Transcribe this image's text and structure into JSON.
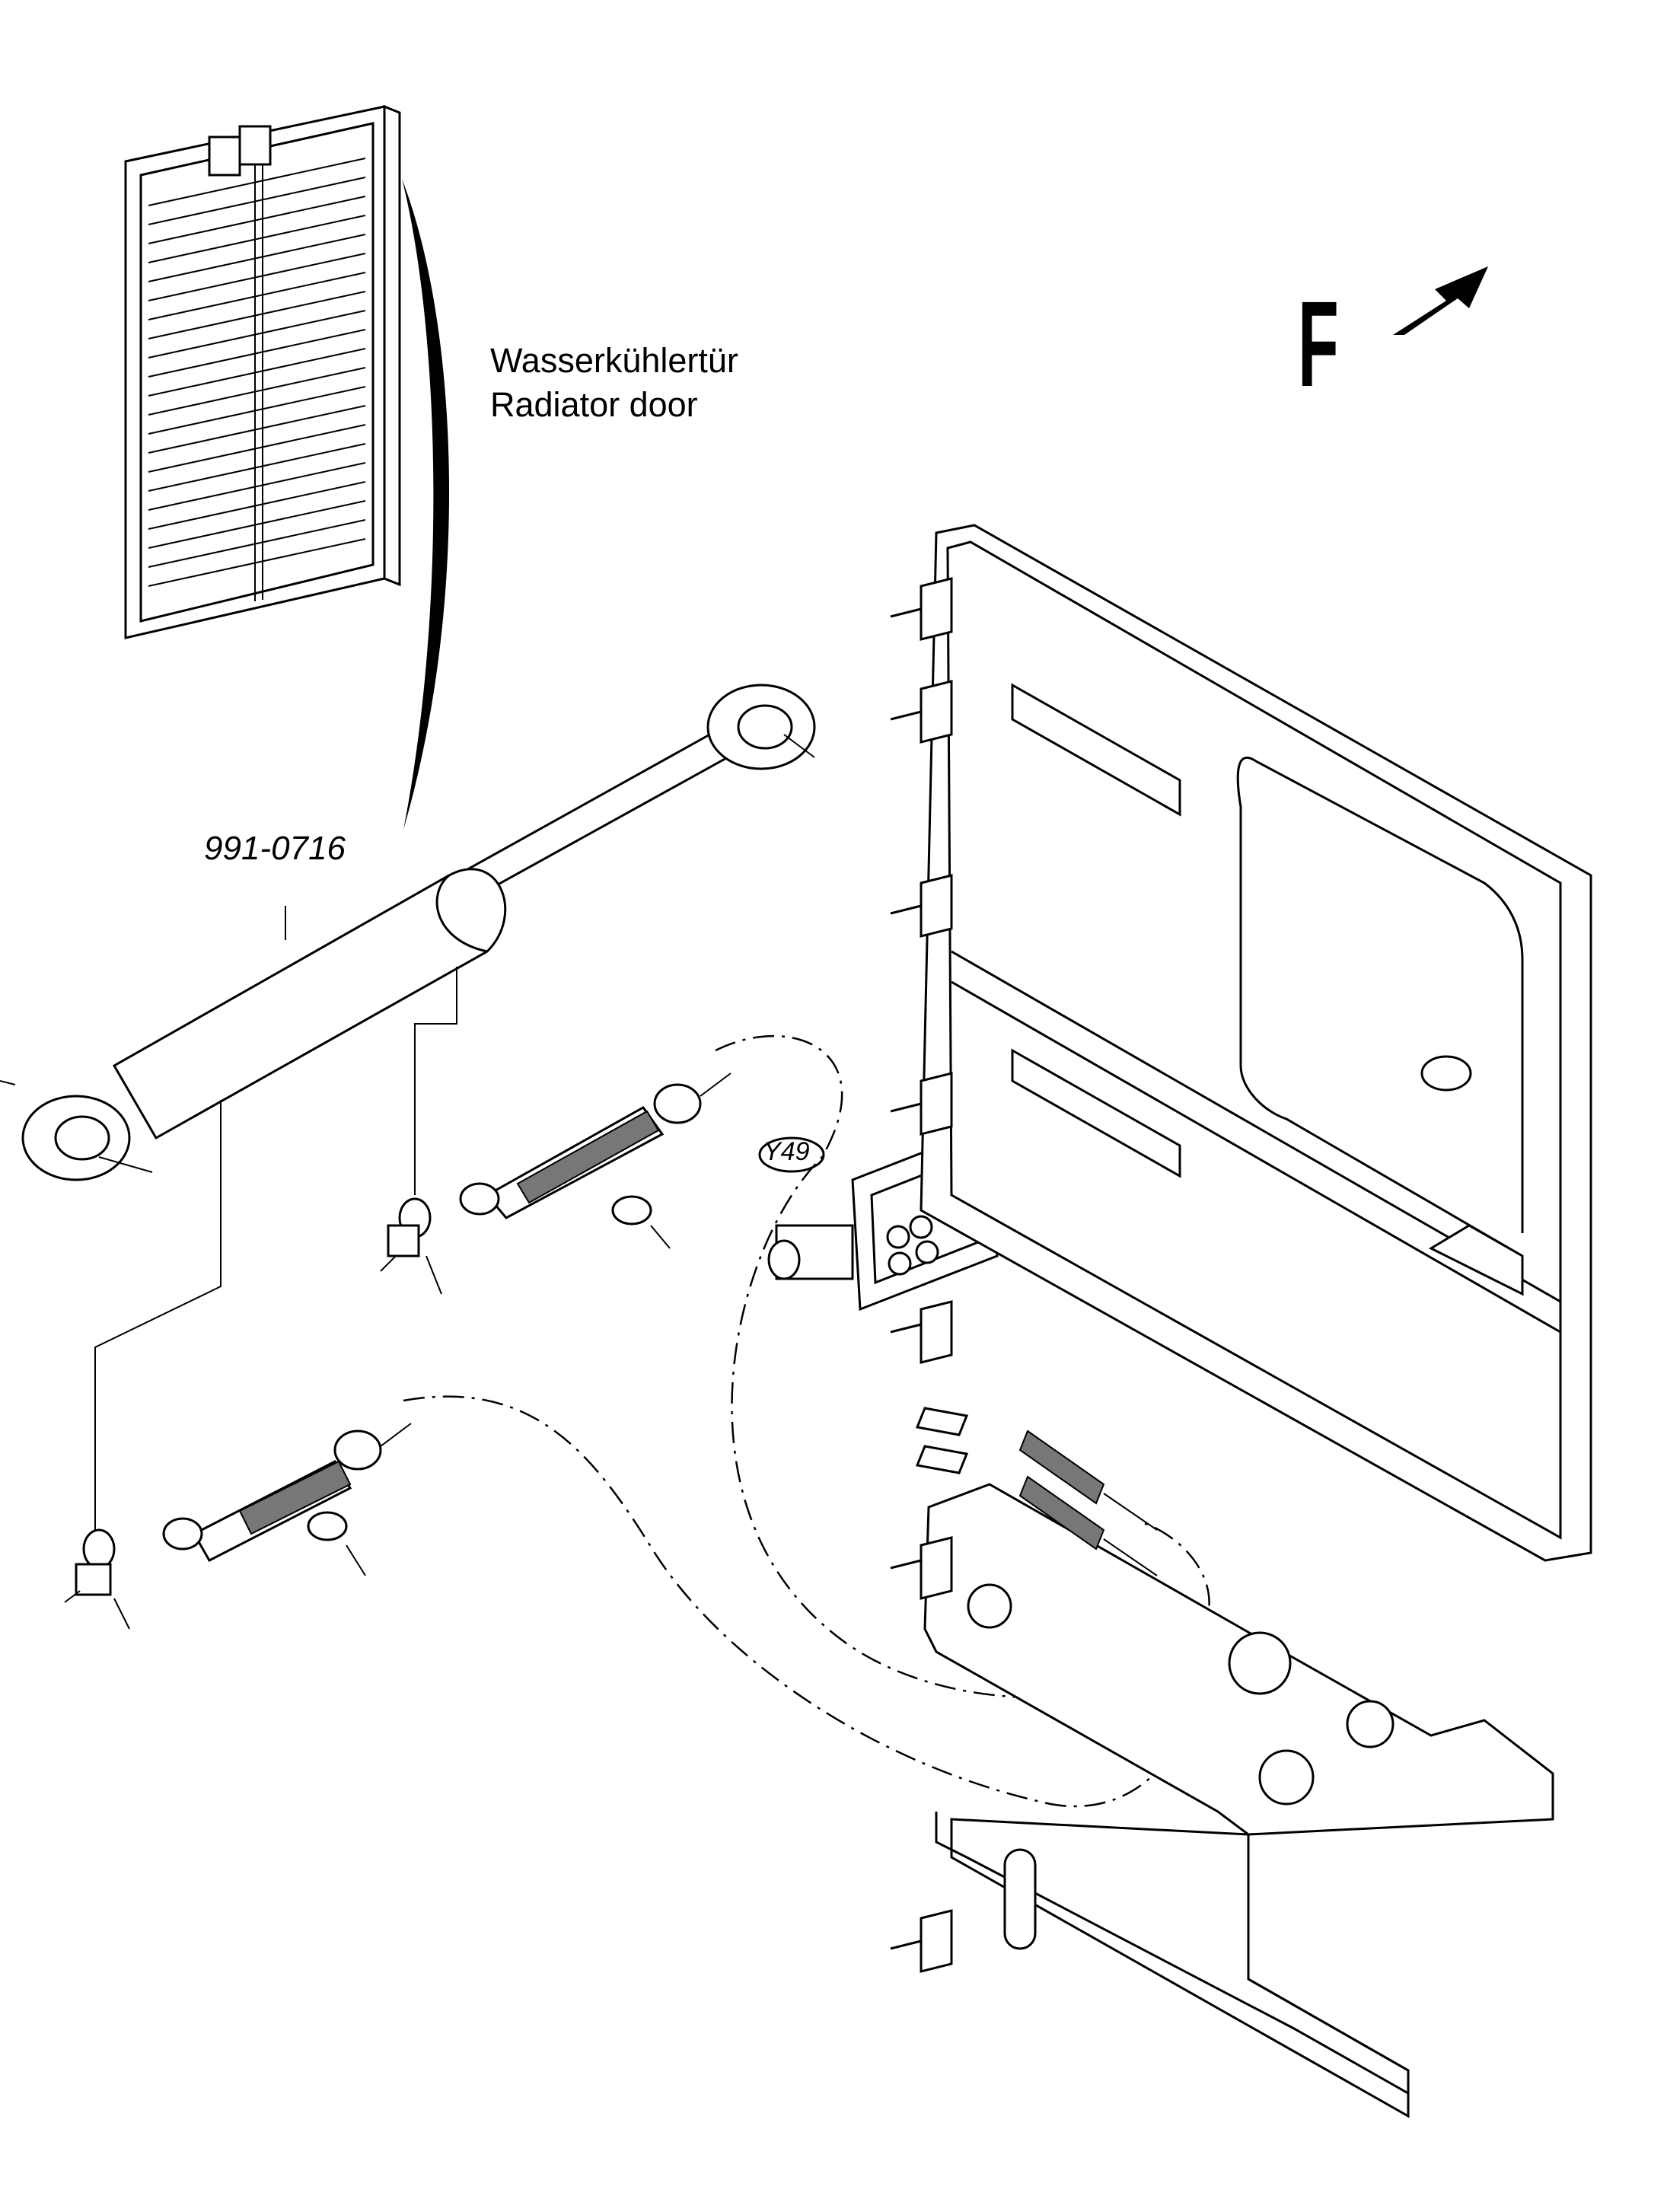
{
  "labels": {
    "title_de": "Wasserkühlertür",
    "title_en": "Radiator door",
    "part_number": "991-0716",
    "connector": "Y49",
    "direction": "F"
  },
  "icons": {
    "direction_arrow": "forward-arrow-icon"
  }
}
